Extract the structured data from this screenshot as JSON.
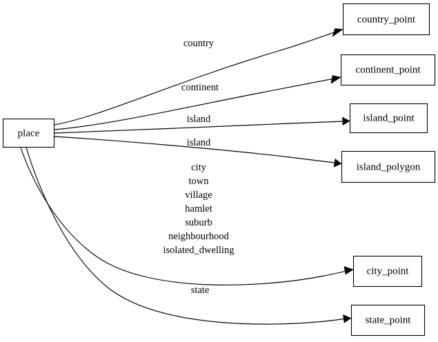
{
  "diagram": {
    "type": "directed-graph",
    "background_color": "#ffffff",
    "stroke_color": "#000000",
    "text_color": "#000000",
    "source_node": {
      "id": "place",
      "label": "place"
    },
    "target_nodes": [
      {
        "id": "country_point",
        "label": "country_point"
      },
      {
        "id": "continent_point",
        "label": "continent_point"
      },
      {
        "id": "island_point",
        "label": "island_point"
      },
      {
        "id": "island_polygon",
        "label": "island_polygon"
      },
      {
        "id": "city_point",
        "label": "city_point"
      },
      {
        "id": "state_point",
        "label": "state_point"
      }
    ],
    "edges": [
      {
        "from": "place",
        "to": "country_point",
        "label_lines": [
          "country"
        ]
      },
      {
        "from": "place",
        "to": "continent_point",
        "label_lines": [
          "continent"
        ]
      },
      {
        "from": "place",
        "to": "island_point",
        "label_lines": [
          "island"
        ]
      },
      {
        "from": "place",
        "to": "island_polygon",
        "label_lines": [
          "island"
        ]
      },
      {
        "from": "place",
        "to": "city_point",
        "label_lines": [
          "city",
          "town",
          "village",
          "hamlet",
          "suburb",
          "neighbourhood",
          "isolated_dwelling"
        ]
      },
      {
        "from": "place",
        "to": "state_point",
        "label_lines": [
          "state"
        ]
      }
    ]
  }
}
